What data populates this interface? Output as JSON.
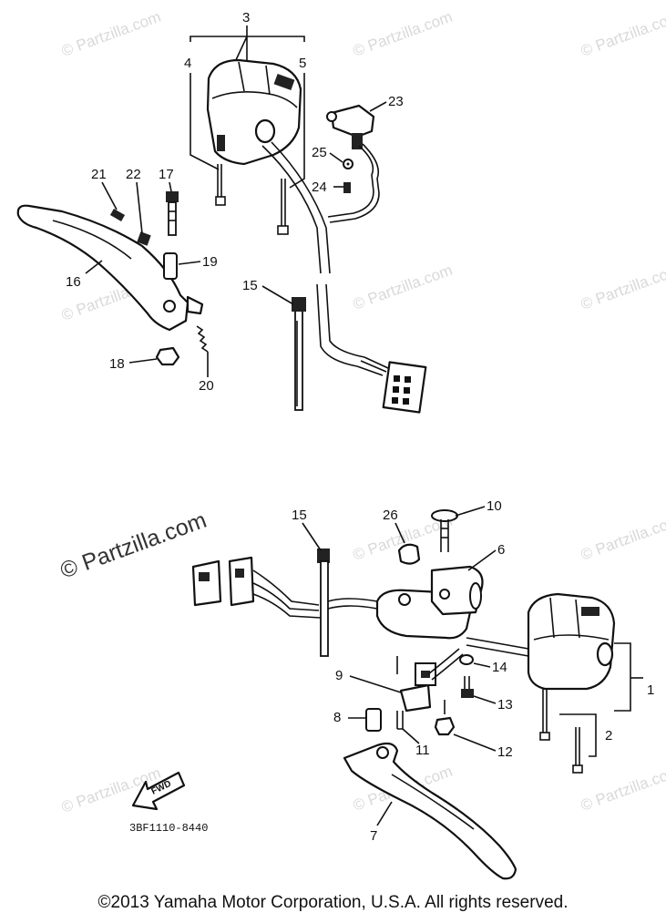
{
  "watermarks": {
    "small": "© Partzilla.com",
    "large": "© Partzilla.com"
  },
  "callouts": {
    "c1": "1",
    "c2": "2",
    "c3": "3",
    "c4": "4",
    "c5": "5",
    "c6": "6",
    "c7": "7",
    "c8": "8",
    "c9": "9",
    "c10": "10",
    "c11": "11",
    "c12": "12",
    "c13": "13",
    "c14": "14",
    "c15_top": "15",
    "c15_bottom": "15",
    "c16": "16",
    "c17": "17",
    "c18": "18",
    "c19": "19",
    "c20": "20",
    "c21": "21",
    "c22": "22",
    "c23": "23",
    "c24": "24",
    "c25": "25",
    "c26": "26"
  },
  "fwd_label": "FWD",
  "drawing_code": "3BF1110-8440",
  "copyright": "©2013  Yamaha Motor Corporation, U.S.A. All rights reserved."
}
